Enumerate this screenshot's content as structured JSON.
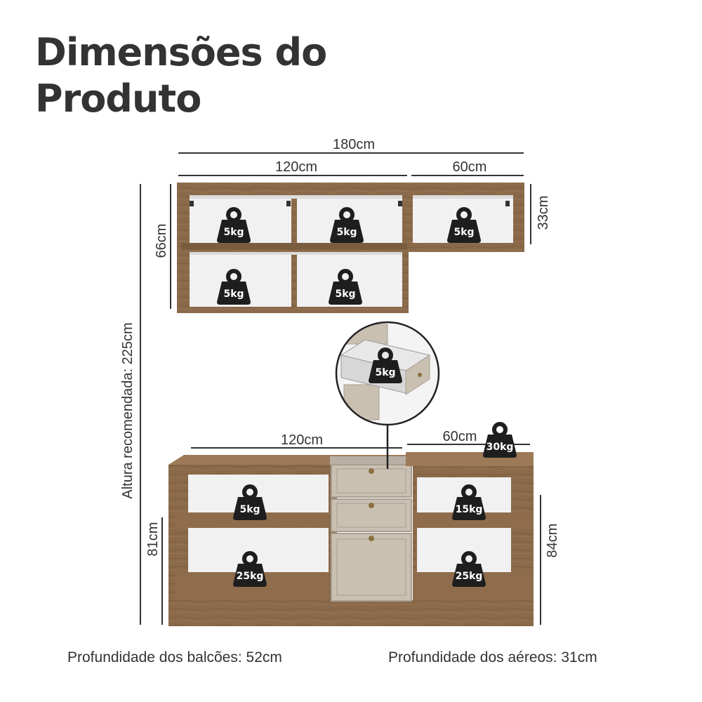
{
  "title": {
    "line1": "Dimensões do",
    "line2": "Produto"
  },
  "dimensions": {
    "total_width": "180cm",
    "wall_left_width": "120cm",
    "wall_right_width": "60cm",
    "wall_left_height": "66cm",
    "wall_right_height": "33cm",
    "recommended_height": "Altura recomendada: 225cm",
    "base_left_width": "120cm",
    "base_right_width": "60cm",
    "base_left_height": "81cm",
    "base_right_height": "84cm"
  },
  "weights": {
    "wall_top_left": "5kg",
    "wall_top_middle": "5kg",
    "wall_right": "5kg",
    "wall_bottom_left": "5kg",
    "wall_bottom_middle": "5kg",
    "drawer": "5kg",
    "countertop": "30kg",
    "base_left_shelf": "5kg",
    "base_left_bottom": "25kg",
    "base_right_shelf": "15kg",
    "base_right_bottom": "25kg"
  },
  "footer": {
    "balcoes_depth": "Profundidade dos balcões: 52cm",
    "aereos_depth": "Profundidade dos aéreos: 31cm"
  },
  "colors": {
    "wood": "#8a6a4a",
    "wood_dark": "#6e5238",
    "cabinet_interior": "#f1f1f1",
    "door_beige": "#c9c0b2",
    "weight_icon": "#1e1e1e",
    "line": "#333333"
  },
  "icons": {
    "weight": "kettlebell-weight-icon",
    "handle": "knob-handle-icon"
  }
}
